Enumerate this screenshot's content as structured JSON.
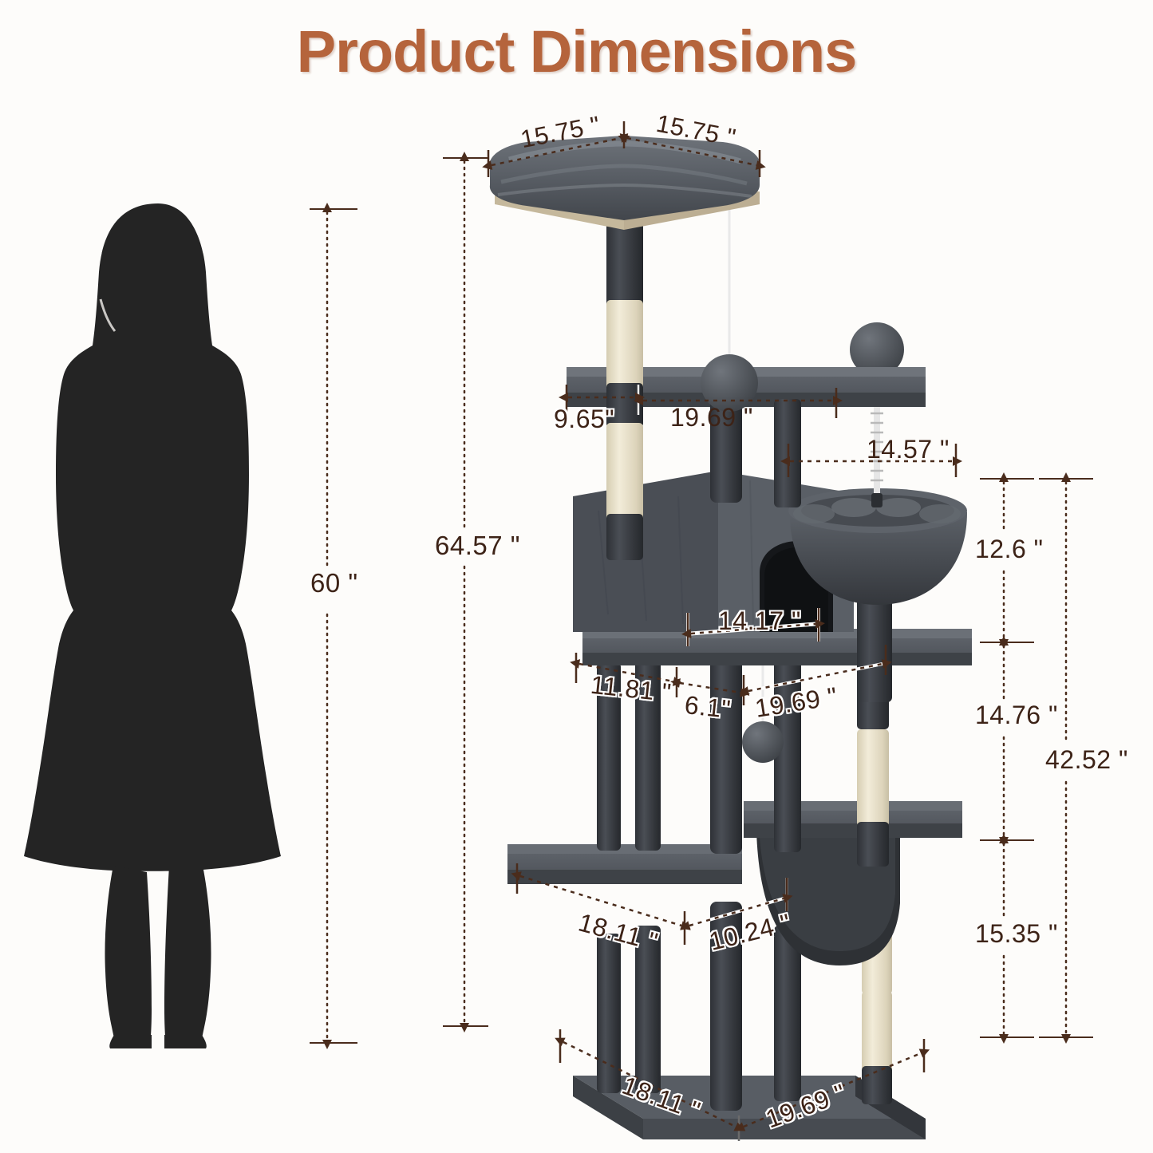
{
  "page": {
    "title": "Product Dimensions",
    "title_color": "#b5643c",
    "background_color": "#fdfcfa",
    "dimension_line_color": "#4a2c1c",
    "unit_symbol": "\""
  },
  "reference_figure": {
    "name": "woman-silhouette",
    "color": "#242424",
    "height_label": "60 \""
  },
  "product": {
    "name": "cat-tree-tower",
    "fur_color": "#55595e",
    "fur_dark_color": "#3a3d42",
    "sisal_color": "#e8e0c8",
    "underside_color": "#d8cbb0",
    "total_height_label": "64.57 \""
  },
  "dimensions": {
    "overall_height": {
      "label": "64.57 \"",
      "value": 64.57,
      "unit": "in",
      "orientation": "vertical"
    },
    "person_height": {
      "label": "60 \"",
      "value": 60,
      "unit": "in",
      "orientation": "vertical"
    },
    "top_perch_left": {
      "label": "15.75 \"",
      "value": 15.75,
      "unit": "in",
      "orientation": "diagonal"
    },
    "top_perch_right": {
      "label": "15.75 \"",
      "value": 15.75,
      "unit": "in",
      "orientation": "diagonal"
    },
    "second_platform_left": {
      "label": "9.65\"",
      "value": 9.65,
      "unit": "in",
      "orientation": "horizontal"
    },
    "second_platform_right": {
      "label": "19.69 \"",
      "value": 19.69,
      "unit": "in",
      "orientation": "horizontal"
    },
    "bowl_width": {
      "label": "14.57 \"",
      "value": 14.57,
      "unit": "in",
      "orientation": "horizontal"
    },
    "condo_width": {
      "label": "14.17 \"",
      "value": 14.17,
      "unit": "in",
      "orientation": "horizontal"
    },
    "mid_platform_left": {
      "label": "11.81 \"",
      "value": 11.81,
      "unit": "in",
      "orientation": "horizontal"
    },
    "mid_platform_center": {
      "label": "6.1\"",
      "value": 6.1,
      "unit": "in",
      "orientation": "horizontal"
    },
    "mid_platform_right": {
      "label": "19.69 \"",
      "value": 19.69,
      "unit": "in",
      "orientation": "horizontal"
    },
    "lower_platform_left": {
      "label": "18.11 \"",
      "value": 18.11,
      "unit": "in",
      "orientation": "horizontal"
    },
    "lower_platform_right": {
      "label": "10.24 \"",
      "value": 10.24,
      "unit": "in",
      "orientation": "horizontal"
    },
    "base_depth": {
      "label": "18.11 \"",
      "value": 18.11,
      "unit": "in",
      "orientation": "diagonal"
    },
    "base_width": {
      "label": "19.69 \"",
      "value": 19.69,
      "unit": "in",
      "orientation": "diagonal"
    },
    "tier_top": {
      "label": "12.6 \"",
      "value": 12.6,
      "unit": "in",
      "orientation": "vertical"
    },
    "tier_middle": {
      "label": "14.76 \"",
      "value": 14.76,
      "unit": "in",
      "orientation": "vertical"
    },
    "tier_bottom": {
      "label": "15.35 \"",
      "value": 15.35,
      "unit": "in",
      "orientation": "vertical"
    },
    "tier_total": {
      "label": "42.52 \"",
      "value": 42.52,
      "unit": "in",
      "orientation": "vertical"
    }
  }
}
